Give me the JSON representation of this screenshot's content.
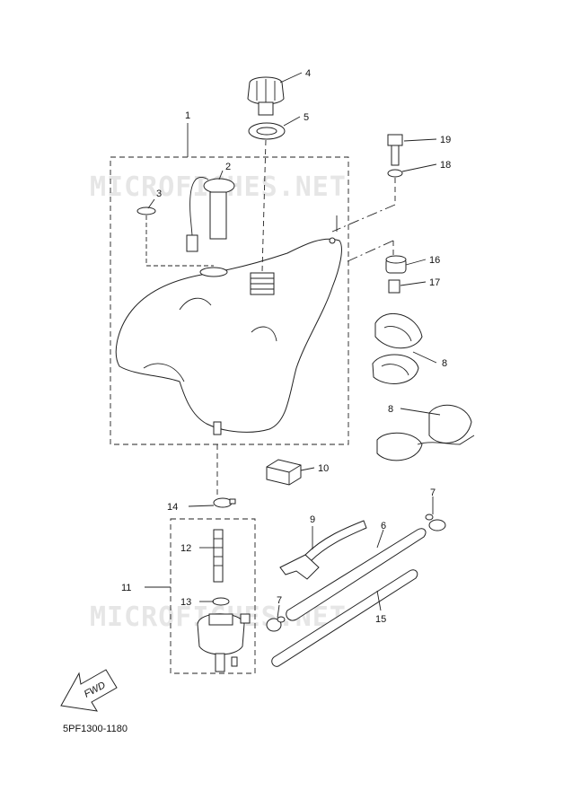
{
  "watermark": "MICROFICHES.NET",
  "diagram_code": "5PF1300-1180",
  "fwd_label": "FWD",
  "callouts": {
    "c1": "1",
    "c2": "2",
    "c3": "3",
    "c4": "4",
    "c5": "5",
    "c6": "6",
    "c7a": "7",
    "c7b": "7",
    "c8a": "8",
    "c8b": "8",
    "c9": "9",
    "c10": "10",
    "c11": "11",
    "c12": "12",
    "c13": "13",
    "c14": "14",
    "c15": "15",
    "c16": "16",
    "c17": "17",
    "c18": "18",
    "c19": "19"
  }
}
